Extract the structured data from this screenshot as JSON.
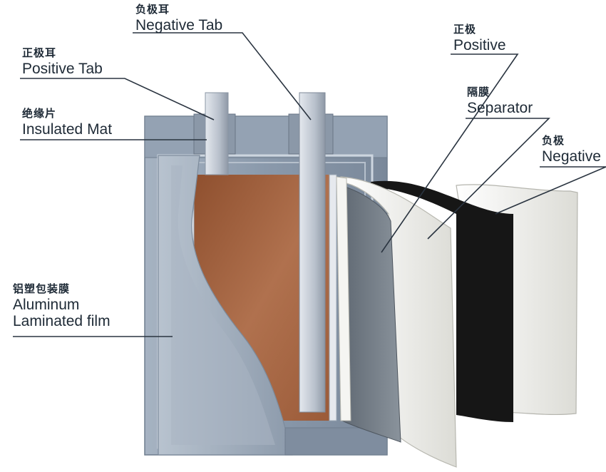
{
  "labels": {
    "negative_tab": {
      "cn": "负极耳",
      "en": "Negative Tab"
    },
    "positive_tab": {
      "cn": "正极耳",
      "en": "Positive Tab"
    },
    "insulated_mat": {
      "cn": "绝缘片",
      "en": "Insulated Mat"
    },
    "aluminum_film": {
      "cn": "铝塑包装膜",
      "en_line1": "Aluminum",
      "en_line2": "Laminated film"
    },
    "positive": {
      "cn": "正极",
      "en": "Positive"
    },
    "separator": {
      "cn": "隔膜",
      "en": "Separator"
    },
    "negative": {
      "cn": "负极",
      "en": "Negative"
    }
  },
  "colors": {
    "case_outer": "#8d9cae",
    "case_inner": "#7c8b9d",
    "frame": "#c9d1dc",
    "electrode_copper": "#a3613f",
    "tab_metal": "#c9cfd7",
    "separator_white": "#f2f1ec",
    "negative_black": "#151515",
    "positive_grey": "#6e7781",
    "leader_line": "#2a3440"
  }
}
